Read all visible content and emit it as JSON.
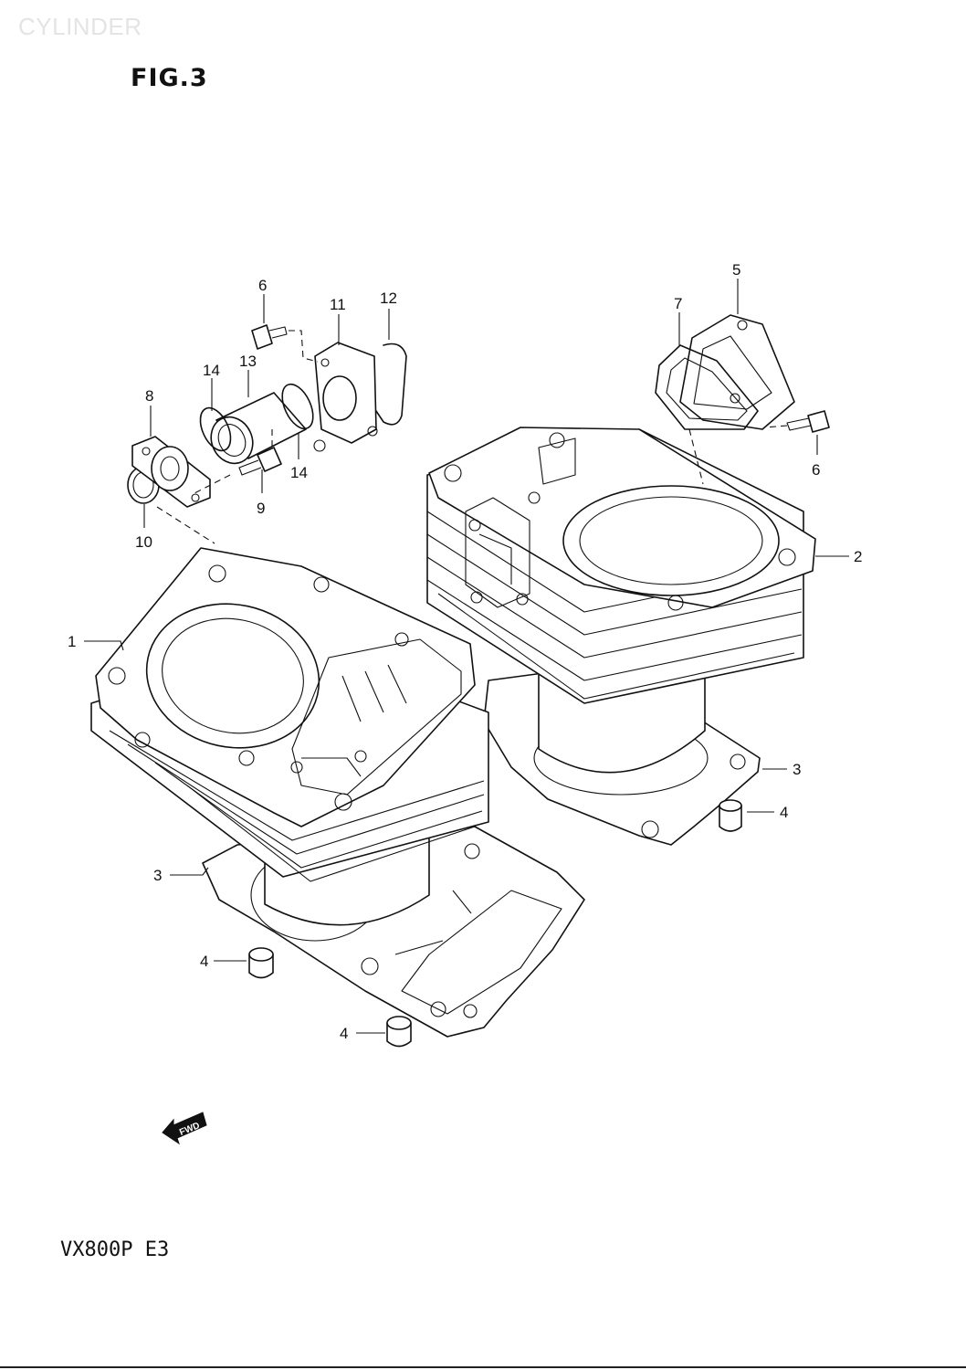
{
  "header": {
    "watermark": "CYLINDER",
    "figure_title": "FIG.3"
  },
  "footer": {
    "model_code": "VX800P  E3"
  },
  "fwd_symbol": {
    "text": "FWD",
    "icon": "fwd-arrow-icon"
  },
  "callouts": [
    {
      "id": "c1",
      "number": "1"
    },
    {
      "id": "c2",
      "number": "2"
    },
    {
      "id": "c3a",
      "number": "3"
    },
    {
      "id": "c3b",
      "number": "3"
    },
    {
      "id": "c4a",
      "number": "4"
    },
    {
      "id": "c4b",
      "number": "4"
    },
    {
      "id": "c4c",
      "number": "4"
    },
    {
      "id": "c5",
      "number": "5"
    },
    {
      "id": "c6a",
      "number": "6"
    },
    {
      "id": "c6b",
      "number": "6"
    },
    {
      "id": "c7",
      "number": "7"
    },
    {
      "id": "c8",
      "number": "8"
    },
    {
      "id": "c9",
      "number": "9"
    },
    {
      "id": "c10",
      "number": "10"
    },
    {
      "id": "c11",
      "number": "11"
    },
    {
      "id": "c12",
      "number": "12"
    },
    {
      "id": "c13",
      "number": "13"
    },
    {
      "id": "c14a",
      "number": "14"
    },
    {
      "id": "c14b",
      "number": "14"
    }
  ],
  "colors": {
    "line": "#111111",
    "background": "#ffffff"
  }
}
